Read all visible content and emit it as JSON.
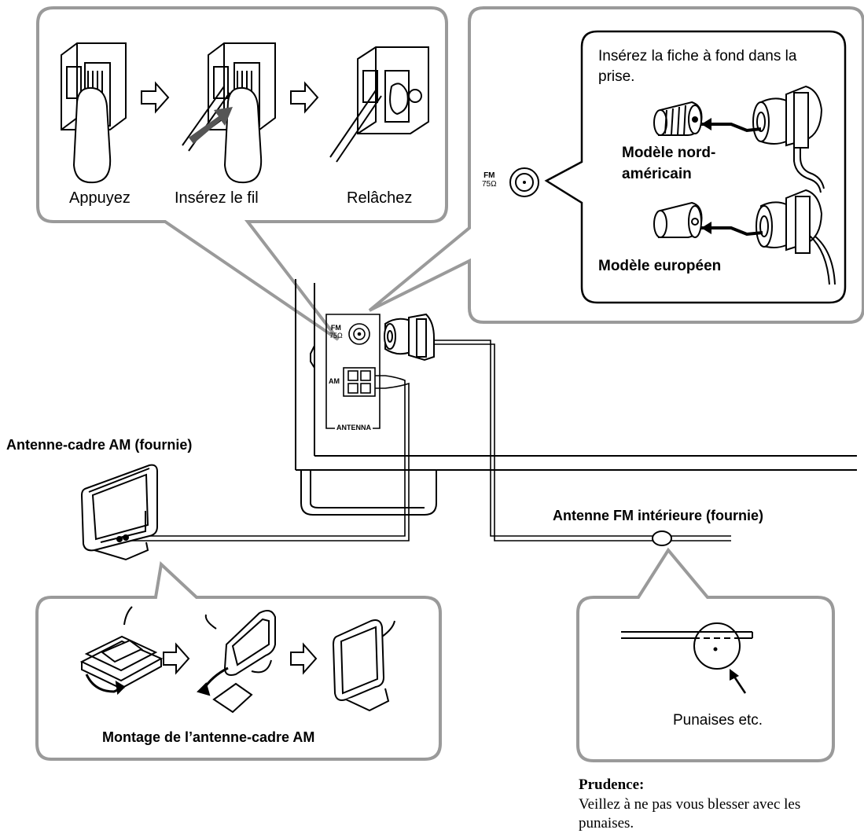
{
  "wire_steps": {
    "press": "Appuyez",
    "insert": "Insérez le fil",
    "release": "Relâchez"
  },
  "fm_plug": {
    "instruction_line1": "Insérez la fiche à fond dans la",
    "instruction_line2": "prise.",
    "model_na_line1": "Modèle nord-",
    "model_na_line2": "américain",
    "model_eu": "Modèle européen"
  },
  "panel": {
    "fm_label": "FM",
    "fm_ohm": "75Ω",
    "am_label": "AM",
    "antenna_label": "ANTENNA"
  },
  "am_loop": {
    "title": "Antenne-cadre AM (fournie)",
    "assembly_caption": "Montage de l’antenne-cadre AM"
  },
  "fm_indoor": {
    "title": "Antenne FM intérieure (fournie)",
    "tack_label": "Punaises etc."
  },
  "caution": {
    "heading": "Prudence:",
    "line1": "Veillez à ne pas vous blesser avec les",
    "line2": "punaises."
  },
  "colors": {
    "frame": "#9a9a9a",
    "line": "#000000"
  }
}
